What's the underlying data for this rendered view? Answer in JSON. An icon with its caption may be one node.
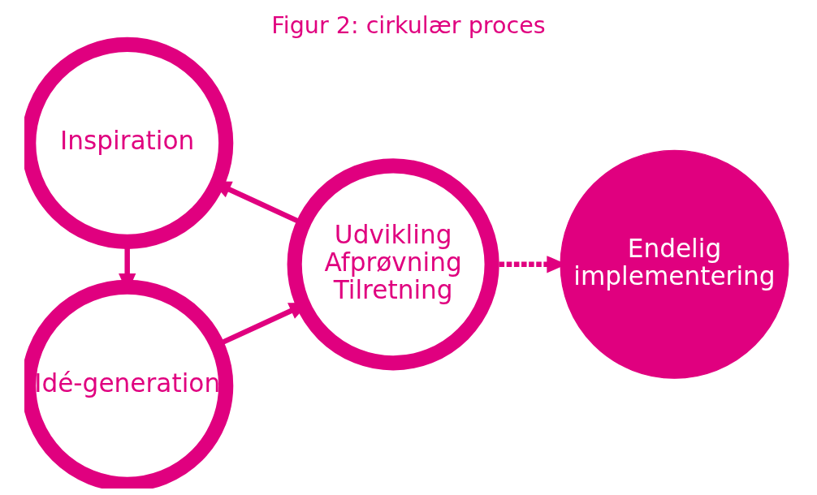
{
  "diagram": {
    "title": "Figur 2: cirkulær proces",
    "nodes": [
      {
        "text": [
          "Idé-generation"
        ]
      },
      {
        "text": [
          "Udvikling",
          "Afprøvning",
          "Tilretning"
        ]
      },
      {
        "text": [
          "Inspiration"
        ]
      },
      {
        "text": [
          "Endelig implementering"
        ]
      }
    ],
    "edges": [
      {
        "from": 0,
        "to": 1,
        "arrow": "to"
      },
      {
        "from": 1,
        "to": 2,
        "arrow": "to"
      },
      {
        "from": 2,
        "to": 0,
        "arrow": "to"
      },
      {
        "from": 1,
        "to": 3,
        "arrow": "to",
        "style": "dashed"
      }
    ]
  }
}
